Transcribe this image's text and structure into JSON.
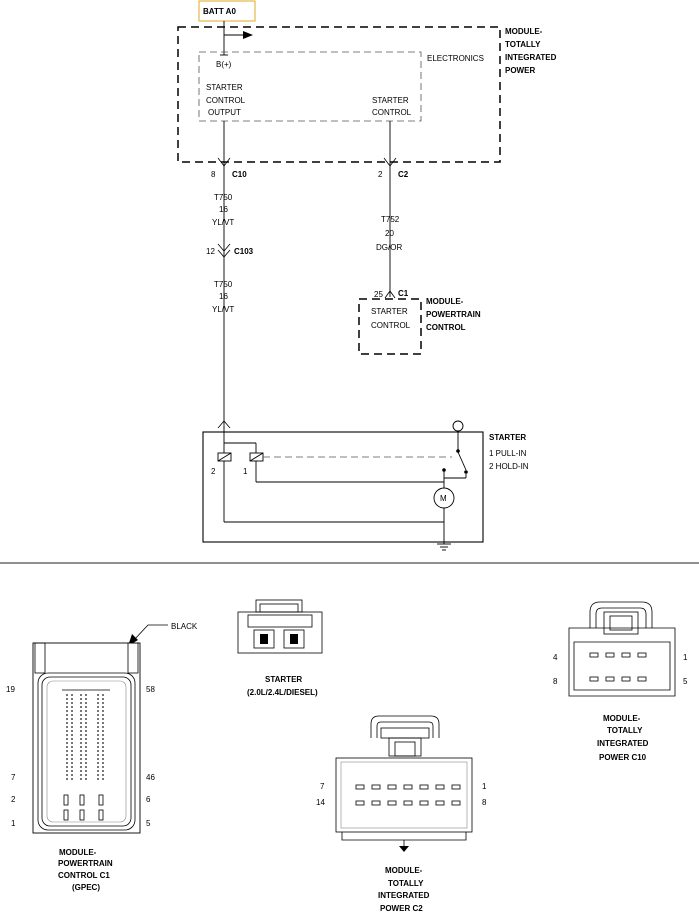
{
  "schematic": {
    "batt_label": "BATT A0",
    "tipm_label": [
      "MODULE-",
      "TOTALLY",
      "INTEGRATED",
      "POWER"
    ],
    "electronics_label": "ELECTRONICS",
    "bplus_label": "B(+)",
    "starter_control_output": [
      "STARTER",
      "CONTROL",
      "OUTPUT"
    ],
    "starter_control": [
      "STARTER",
      "CONTROL"
    ],
    "c10": {
      "pin": "8",
      "connector": "C10"
    },
    "c2": {
      "pin": "2",
      "connector": "C2"
    },
    "wire_t750_upper": [
      "T750",
      "16",
      "YL/VT"
    ],
    "c103": {
      "pin": "12",
      "connector": "C103"
    },
    "wire_t750_lower": [
      "T750",
      "16",
      "YL/VT"
    ],
    "wire_t752": [
      "T752",
      "20",
      "DG/OR"
    ],
    "c1": {
      "pin": "25",
      "connector": "C1"
    },
    "pcm_label": [
      "MODULE-",
      "POWERTRAIN",
      "CONTROL"
    ],
    "pcm_inner": [
      "STARTER",
      "CONTROL"
    ],
    "starter_label": "STARTER",
    "starter_pins": [
      "1 PULL-IN",
      "2 HOLD-IN"
    ],
    "solenoid_pin_2": "2",
    "solenoid_pin_1": "1",
    "motor_symbol": "M"
  },
  "connectors": {
    "pcm_c1": {
      "tag": "BLACK",
      "pins_left": [
        "19",
        "7",
        "2",
        "1"
      ],
      "pins_right": [
        "58",
        "46",
        "6",
        "5"
      ],
      "caption": [
        "MODULE-",
        "POWERTRAIN",
        "CONTROL C1",
        "(GPEC)"
      ]
    },
    "starter": {
      "caption": [
        "STARTER",
        "(2.0L/2.4L/DIESEL)"
      ]
    },
    "tipm_c10": {
      "pins_left": [
        "4",
        "8"
      ],
      "pins_right": [
        "1",
        "5"
      ],
      "caption": [
        "MODULE-",
        "TOTALLY",
        "INTEGRATED",
        "POWER C10"
      ]
    },
    "tipm_c2": {
      "pins_left": [
        "7",
        "14"
      ],
      "pins_right": [
        "1",
        "8"
      ],
      "caption": [
        "MODULE-",
        "TOTALLY",
        "INTEGRATED",
        "POWER C2"
      ]
    }
  }
}
